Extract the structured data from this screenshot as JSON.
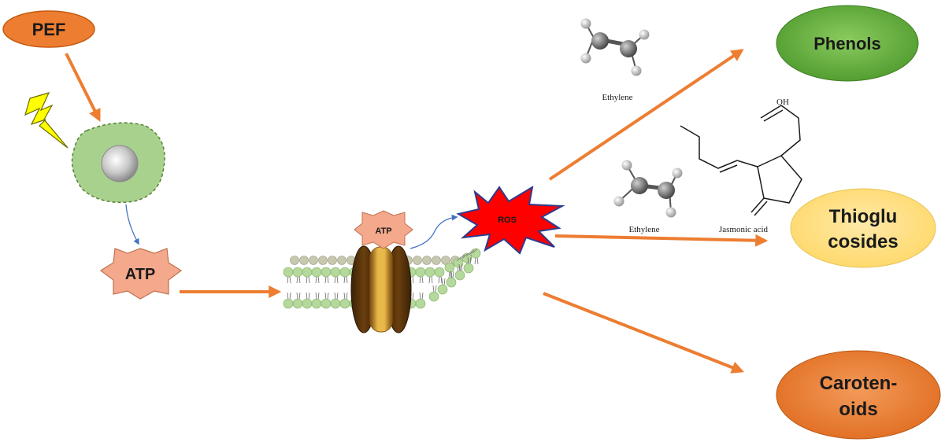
{
  "nodes": {
    "pef": {
      "label": "PEF",
      "fill": "#ED7D31"
    },
    "atp_main": {
      "label": "ATP",
      "fill": "#F4A98C"
    },
    "atp_channel": {
      "label": "ATP",
      "fill": "#F4A98C"
    },
    "ros": {
      "label": "ROS",
      "fill": "#FF0000",
      "outline": "#2E3A8C"
    },
    "phenols": {
      "label": "Phenols",
      "fill": "#70AD47"
    },
    "thioglucosides": {
      "label_line1": "Thioglu",
      "label_line2": "cosides",
      "fill": "#FFE083"
    },
    "carotenoids": {
      "label_line1": "Caroten-",
      "label_line2": "oids",
      "fill": "#ED7D31"
    }
  },
  "molecules": {
    "ethylene_top": {
      "label": "Ethylene"
    },
    "ethylene_bottom": {
      "label": "Ethylene"
    },
    "jasmonic_acid": {
      "label": "Jasmonic acid",
      "oh_label": "OH"
    }
  },
  "colors": {
    "arrow": "#ED7D31",
    "thin_arrow": "#4472C4",
    "cell": "#A9D18E",
    "cell_border": "#548235",
    "lightning": "#FFFF00",
    "channel": "#C99420",
    "membrane_head": "#B5D89C"
  }
}
